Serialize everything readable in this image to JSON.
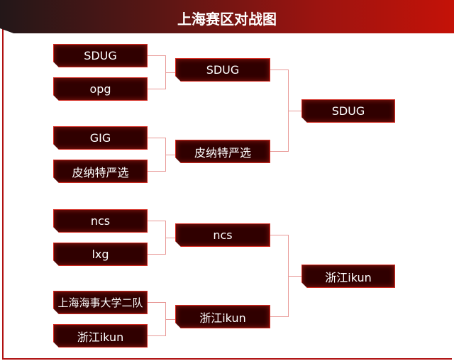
{
  "title": "上海赛区对战图",
  "round1": [
    "SDUG",
    "opg",
    "GIG",
    "皮纳特严选",
    "ncs",
    "lxg",
    "上海海事大学二队",
    "浙江ikun"
  ],
  "round2": [
    "SDUG",
    "皮纳特严选",
    "ncs",
    "浙江ikun"
  ],
  "round3": [
    "SDUG",
    "浙江ikun"
  ],
  "colors": {
    "accent": "#c41208",
    "box_bg": "#300000",
    "border": "#d42a20",
    "line": "#e89a98"
  }
}
